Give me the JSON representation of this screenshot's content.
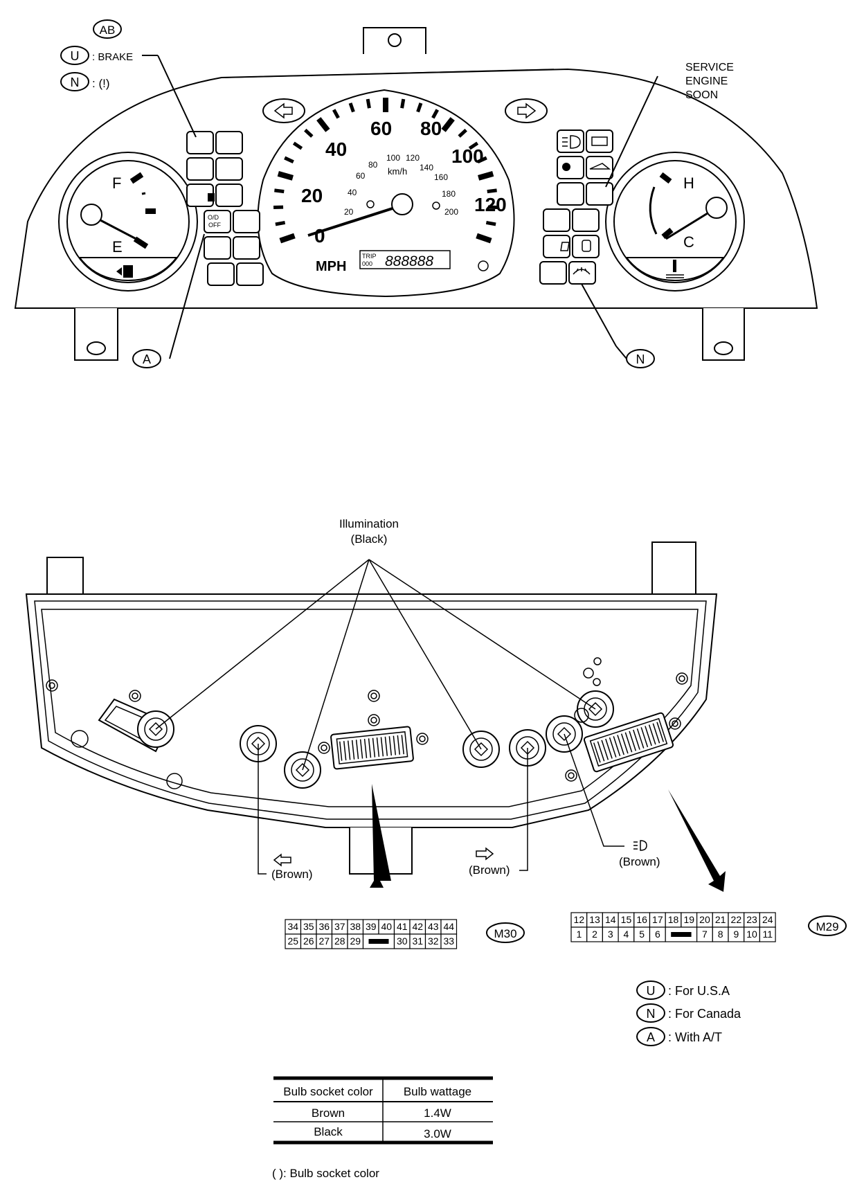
{
  "top_panel": {
    "callout_ab": "AB",
    "callout_u": "U",
    "brake_label": ": BRAKE",
    "callout_n": "N",
    "n_symbol": ": (!)",
    "service_engine_soon": [
      "SERVICE",
      "ENGINE",
      "SOON"
    ],
    "callout_a_bottom": "A",
    "callout_n_bottom": "N",
    "fuel_gauge": {
      "full": "F",
      "empty": "E"
    },
    "temp_gauge": {
      "hot": "H",
      "cold": "C"
    },
    "speedo_mph": [
      "0",
      "20",
      "40",
      "60",
      "80",
      "100",
      "120"
    ],
    "speedo_kmh": [
      "20",
      "40",
      "60",
      "80",
      "100",
      "120",
      "140",
      "160",
      "180",
      "200"
    ],
    "kmh_unit": "km/h",
    "mph_unit": "MPH",
    "trip_label": "TRIP",
    "trip_sub": "000",
    "odometer": "888888",
    "od_off": [
      "O/D",
      "OFF"
    ]
  },
  "bottom_panel": {
    "illumination": [
      "Illumination",
      "(Black)"
    ],
    "brown_left": "(Brown)",
    "brown_mid": "(Brown)",
    "brown_right": "(Brown)",
    "connector_m30": {
      "name": "M30",
      "row1": [
        "34",
        "35",
        "36",
        "37",
        "38",
        "39",
        "40",
        "41",
        "42",
        "43",
        "44"
      ],
      "row2": [
        "25",
        "26",
        "27",
        "28",
        "29",
        "",
        "30",
        "31",
        "32",
        "33"
      ]
    },
    "connector_m29": {
      "name": "M29",
      "row1": [
        "12",
        "13",
        "14",
        "15",
        "16",
        "17",
        "18",
        "19",
        "20",
        "21",
        "22",
        "23",
        "24"
      ],
      "row2": [
        "1",
        "2",
        "3",
        "4",
        "5",
        "6",
        "",
        "7",
        "8",
        "9",
        "10",
        "11"
      ]
    }
  },
  "legend": [
    {
      "code": "U",
      "text": ": For U.S.A"
    },
    {
      "code": "N",
      "text": ": For Canada"
    },
    {
      "code": "A",
      "text": ": With A/T"
    }
  ],
  "bulb_table": {
    "headers": [
      "Bulb socket color",
      "Bulb wattage"
    ],
    "rows": [
      [
        "Brown",
        "1.4W"
      ],
      [
        "Black",
        "3.0W"
      ]
    ]
  },
  "footnote": "(   ):  Bulb socket color"
}
